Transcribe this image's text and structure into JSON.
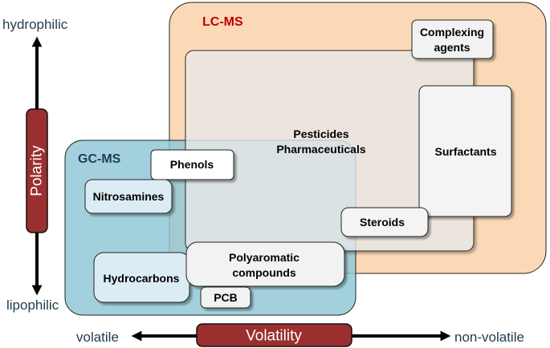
{
  "axes": {
    "polarity": {
      "label": "Polarity",
      "top_label": "hydrophilic",
      "bottom_label": "lipophilic"
    },
    "volatility": {
      "label": "Volatility",
      "left_label": "volatile",
      "right_label": "non-volatile"
    }
  },
  "regions": {
    "lcms": {
      "label": "LC-MS"
    },
    "gcms": {
      "label": "GC-MS"
    }
  },
  "compounds": {
    "complexing": {
      "line1": "Complexing",
      "line2": "agents"
    },
    "pesticides": {
      "line1": "Pesticides",
      "line2": "Pharmaceuticals"
    },
    "surfactants": {
      "label": "Surfactants"
    },
    "phenols": {
      "label": "Phenols"
    },
    "nitrosamines": {
      "label": "Nitrosamines"
    },
    "steroids": {
      "label": "Steroids"
    },
    "polyaromatic": {
      "line1": "Polyaromatic",
      "line2": "compounds"
    },
    "hydrocarbons": {
      "label": "Hydrocarbons"
    },
    "pcb": {
      "label": "PCB"
    }
  },
  "colors": {
    "lcms_fill": "#fbd9b7",
    "lcms_label": "#c00000",
    "gcms_fill": "#8ec7d5",
    "gcms_label": "#1f3b5a",
    "axis_bar": "#9b2f2f",
    "axis_text": "#1f3b4d"
  }
}
